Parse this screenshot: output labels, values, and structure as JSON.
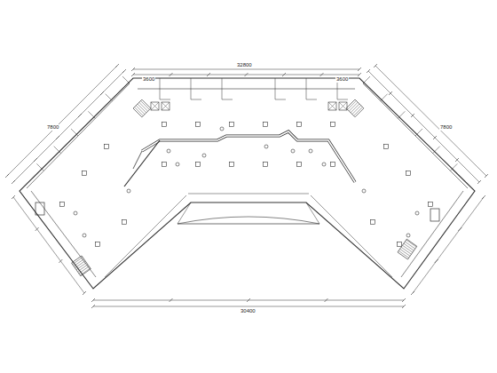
{
  "diagram": {
    "labels": [
      "32800",
      "3600",
      "3600",
      "7800",
      "7800",
      "30400"
    ]
  }
}
